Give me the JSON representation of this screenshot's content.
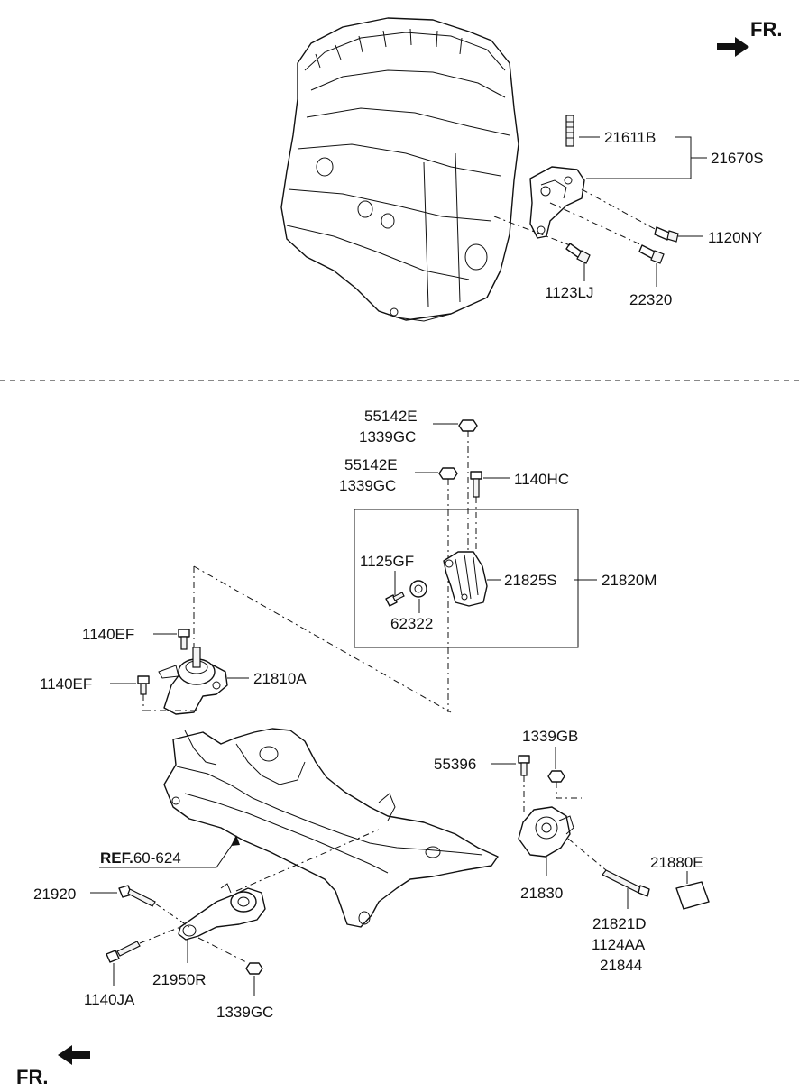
{
  "fr_top": "FR.",
  "fr_bottom": "FR.",
  "ref": {
    "bold": "REF.",
    "number": "60-624"
  },
  "labels": {
    "p21611B": "21611B",
    "p21670S": "21670S",
    "p1120NY": "1120NY",
    "p1123LJ": "1123LJ",
    "p22320": "22320",
    "p55142E_a": "55142E",
    "p1339GC_a": "1339GC",
    "p55142E_b": "55142E",
    "p1339GC_b": "1339GC",
    "p1140HC": "1140HC",
    "p1125GF": "1125GF",
    "p21825S": "21825S",
    "p21820M": "21820M",
    "p62322": "62322",
    "p1140EF_a": "1140EF",
    "p1140EF_b": "1140EF",
    "p21810A": "21810A",
    "p1339GB": "1339GB",
    "p55396": "55396",
    "p21880E": "21880E",
    "p21830": "21830",
    "p21920": "21920",
    "p21821D": "21821D",
    "p1124AA": "1124AA",
    "p21844": "21844",
    "p21950R": "21950R",
    "p1140JA": "1140JA",
    "p1339GC_c": "1339GC"
  }
}
